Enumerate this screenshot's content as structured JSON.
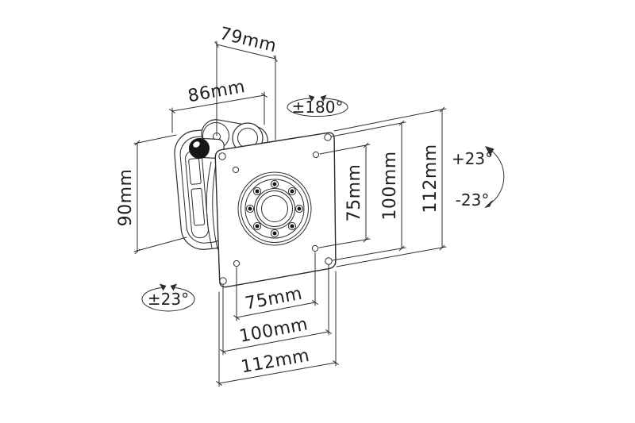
{
  "drawing": {
    "background": "#ffffff",
    "line_color": "#2e2e2e",
    "dimensions": {
      "arm_depth": "79mm",
      "bracket_width": "86mm",
      "bracket_height": "90mm",
      "vesa_width_75": "75mm",
      "vesa_width_100": "100mm",
      "plate_width": "112mm",
      "vesa_height_75": "75mm",
      "vesa_height_100": "100mm",
      "plate_height": "112mm"
    },
    "angles": {
      "rotation_range": "±180°",
      "tilt_up": "+23°",
      "tilt_down": "-23°",
      "swivel_range": "±23°"
    }
  }
}
